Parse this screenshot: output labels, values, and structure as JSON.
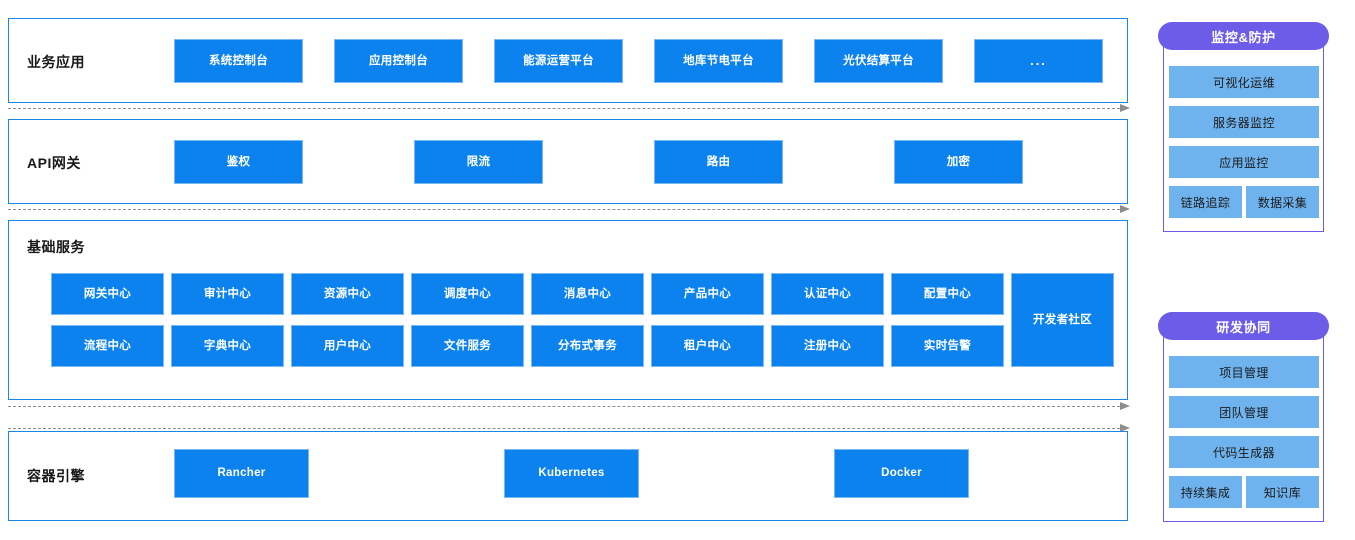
{
  "colors": {
    "chip_blue": "#0c82ee",
    "chip_border": "#7ab8f0",
    "layer_border": "#1a86e8",
    "panel_purple": "#6c5ce8",
    "panel_chip": "#6fb3ee",
    "flow_arrow": "#8d8d8d"
  },
  "layers": [
    {
      "id": "business-application",
      "title": "业务应用",
      "items": [
        {
          "label": "系统控制台"
        },
        {
          "label": "应用控制台"
        },
        {
          "label": "能源运营平台"
        },
        {
          "label": "地库节电平台"
        },
        {
          "label": "光伏结算平台"
        },
        {
          "label": "..."
        }
      ]
    },
    {
      "id": "api-gateway",
      "title": "API网关",
      "items": [
        {
          "label": "鉴权"
        },
        {
          "label": "限流"
        },
        {
          "label": "路由"
        },
        {
          "label": "加密"
        }
      ]
    },
    {
      "id": "basic-service",
      "title": "基础服务",
      "row1": [
        {
          "label": "网关中心"
        },
        {
          "label": "审计中心"
        },
        {
          "label": "资源中心"
        },
        {
          "label": "调度中心"
        },
        {
          "label": "消息中心"
        },
        {
          "label": "产品中心"
        },
        {
          "label": "认证中心"
        },
        {
          "label": "配置中心"
        }
      ],
      "row2": [
        {
          "label": "流程中心"
        },
        {
          "label": "字典中心"
        },
        {
          "label": "用户中心"
        },
        {
          "label": "文件服务"
        },
        {
          "label": "分布式事务"
        },
        {
          "label": "租户中心"
        },
        {
          "label": "注册中心"
        },
        {
          "label": "实时告警"
        }
      ],
      "tall": {
        "label": "开发者社区"
      }
    },
    {
      "id": "container-engine",
      "title": "容器引擎",
      "items": [
        {
          "label": "Rancher"
        },
        {
          "label": "Kubernetes"
        },
        {
          "label": "Docker"
        }
      ]
    }
  ],
  "panels": [
    {
      "id": "monitoring-protection",
      "title": "监控&防护",
      "wide": [
        {
          "label": "可视化运维"
        },
        {
          "label": "服务器监控"
        },
        {
          "label": "应用监控"
        }
      ],
      "pair": [
        {
          "label": "链路追踪"
        },
        {
          "label": "数据采集"
        }
      ]
    },
    {
      "id": "rd-collaboration",
      "title": "研发协同",
      "wide": [
        {
          "label": "项目管理"
        },
        {
          "label": "团队管理"
        },
        {
          "label": "代码生成器"
        }
      ],
      "pair": [
        {
          "label": "持续集成"
        },
        {
          "label": "知识库"
        }
      ]
    }
  ]
}
